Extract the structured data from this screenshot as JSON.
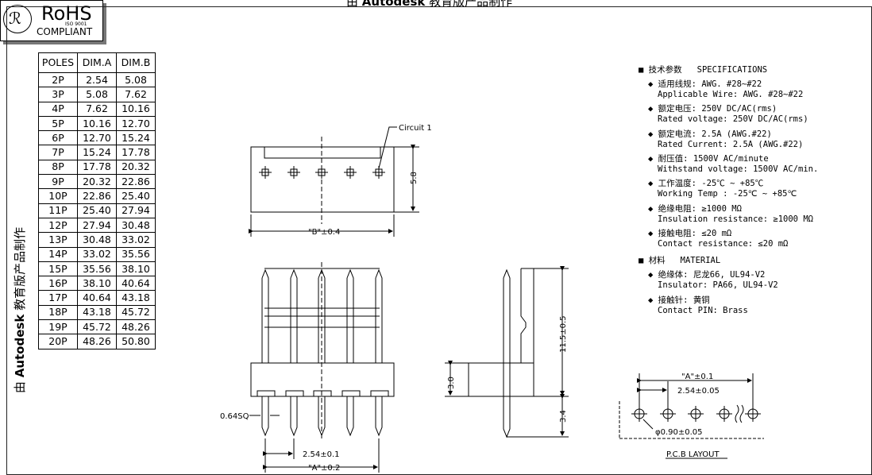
{
  "watermark": {
    "prefix": "由",
    "brand": "Autodesk",
    "suffix": "教育版产品制作"
  },
  "rohs": {
    "title": "RoHS",
    "subtitle": "COMPLIANT",
    "fine": "ISO 9001"
  },
  "pole_table": {
    "headers": [
      "POLES",
      "DIM.A",
      "DIM.B"
    ],
    "rows": [
      [
        "2P",
        "2.54",
        "5.08"
      ],
      [
        "3P",
        "5.08",
        "7.62"
      ],
      [
        "4P",
        "7.62",
        "10.16"
      ],
      [
        "5P",
        "10.16",
        "12.70"
      ],
      [
        "6P",
        "12.70",
        "15.24"
      ],
      [
        "7P",
        "15.24",
        "17.78"
      ],
      [
        "8P",
        "17.78",
        "20.32"
      ],
      [
        "9P",
        "20.32",
        "22.86"
      ],
      [
        "10P",
        "22.86",
        "25.40"
      ],
      [
        "11P",
        "25.40",
        "27.94"
      ],
      [
        "12P",
        "27.94",
        "30.48"
      ],
      [
        "13P",
        "30.48",
        "33.02"
      ],
      [
        "14P",
        "33.02",
        "35.56"
      ],
      [
        "15P",
        "35.56",
        "38.10"
      ],
      [
        "16P",
        "38.10",
        "40.64"
      ],
      [
        "17P",
        "40.64",
        "43.18"
      ],
      [
        "18P",
        "43.18",
        "45.72"
      ],
      [
        "19P",
        "45.72",
        "48.26"
      ],
      [
        "20P",
        "48.26",
        "50.80"
      ]
    ]
  },
  "drawing_labels": {
    "circuit": "Circuit 1",
    "dim_b": "\"B\"±0.4",
    "height_58": "5.8",
    "pin_sq": "0.64SQ",
    "pitch": "2.54±0.1",
    "dim_a": "\"A\"±0.2",
    "height_115": "11.5±0.5",
    "height_30": "3.0",
    "height_34": "3.4",
    "pcb_a": "\"A\"±0.1",
    "pcb_pitch": "2.54±0.05",
    "pcb_hole": "φ0.90±0.05",
    "pcb_title": "P.C.B LAYOUT"
  },
  "specs": {
    "heading_cn": "技术参数",
    "heading_en": "SPECIFICATIONS",
    "items": [
      {
        "cn_label": "适用线规:",
        "cn_value": "AWG. #28~#22",
        "en": "Applicable Wire:  AWG. #28~#22"
      },
      {
        "cn_label": "额定电压:",
        "cn_value": "250V DC/AC(rms)",
        "en": "Rated voltage: 250V DC/AC(rms)"
      },
      {
        "cn_label": "额定电流:",
        "cn_value": "2.5A (AWG.#22)",
        "en": "Rated Current: 2.5A (AWG.#22)"
      },
      {
        "cn_label": "耐压值:",
        "cn_value": "1500V AC/minute",
        "en": "Withstand voltage: 1500V AC/min."
      },
      {
        "cn_label": "工作温度:",
        "cn_value": "-25℃ ~ +85℃",
        "en": "Working Temp : -25℃ ~ +85℃"
      },
      {
        "cn_label": "绝缘电阻:",
        "cn_value": "≥1000 MΩ",
        "en": "Insulation resistance: ≥1000 MΩ"
      },
      {
        "cn_label": "接触电阻:",
        "cn_value": "≤20 mΩ",
        "en": "Contact resistance:  ≤20 mΩ"
      }
    ],
    "material_cn": "材料",
    "material_en": "MATERIAL",
    "materials": [
      {
        "cn_label": "绝缘体:",
        "cn_value": "尼龙66, UL94-V2",
        "en": "Insulator: PA66, UL94-V2"
      },
      {
        "cn_label": "接触针:",
        "cn_value": "黄铜",
        "en": "Contact PIN: Brass"
      }
    ]
  }
}
